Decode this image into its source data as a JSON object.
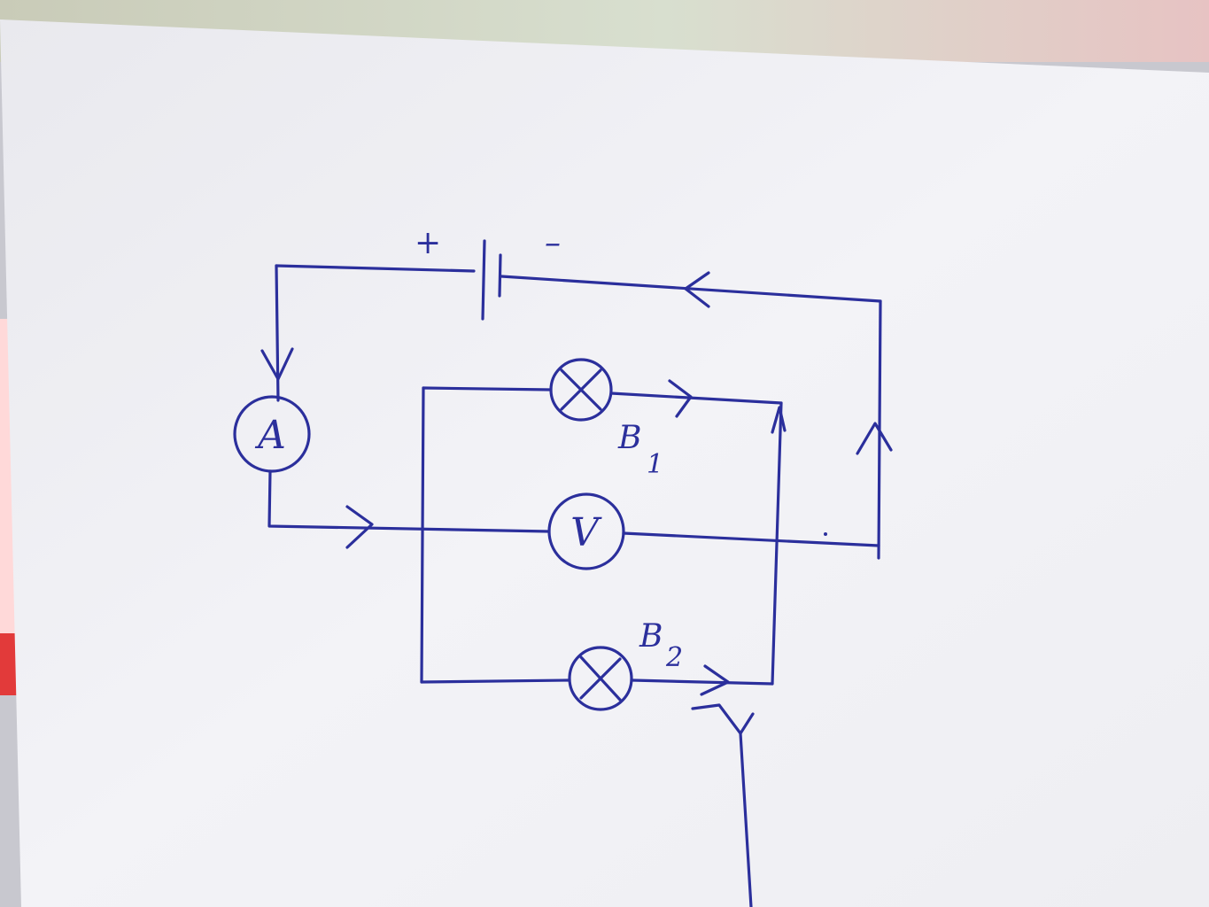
{
  "diagram": {
    "type": "circuit",
    "battery": {
      "positive_label": "+",
      "negative_label": "–"
    },
    "ammeter": {
      "label": "A"
    },
    "voltmeter": {
      "label": "V"
    },
    "bulbs": [
      {
        "label_main": "B",
        "label_sub": "1"
      },
      {
        "label_main": "B",
        "label_sub": "2"
      }
    ],
    "ink_color": "#2b2f9c",
    "paper_color": "#f2f2f6"
  }
}
